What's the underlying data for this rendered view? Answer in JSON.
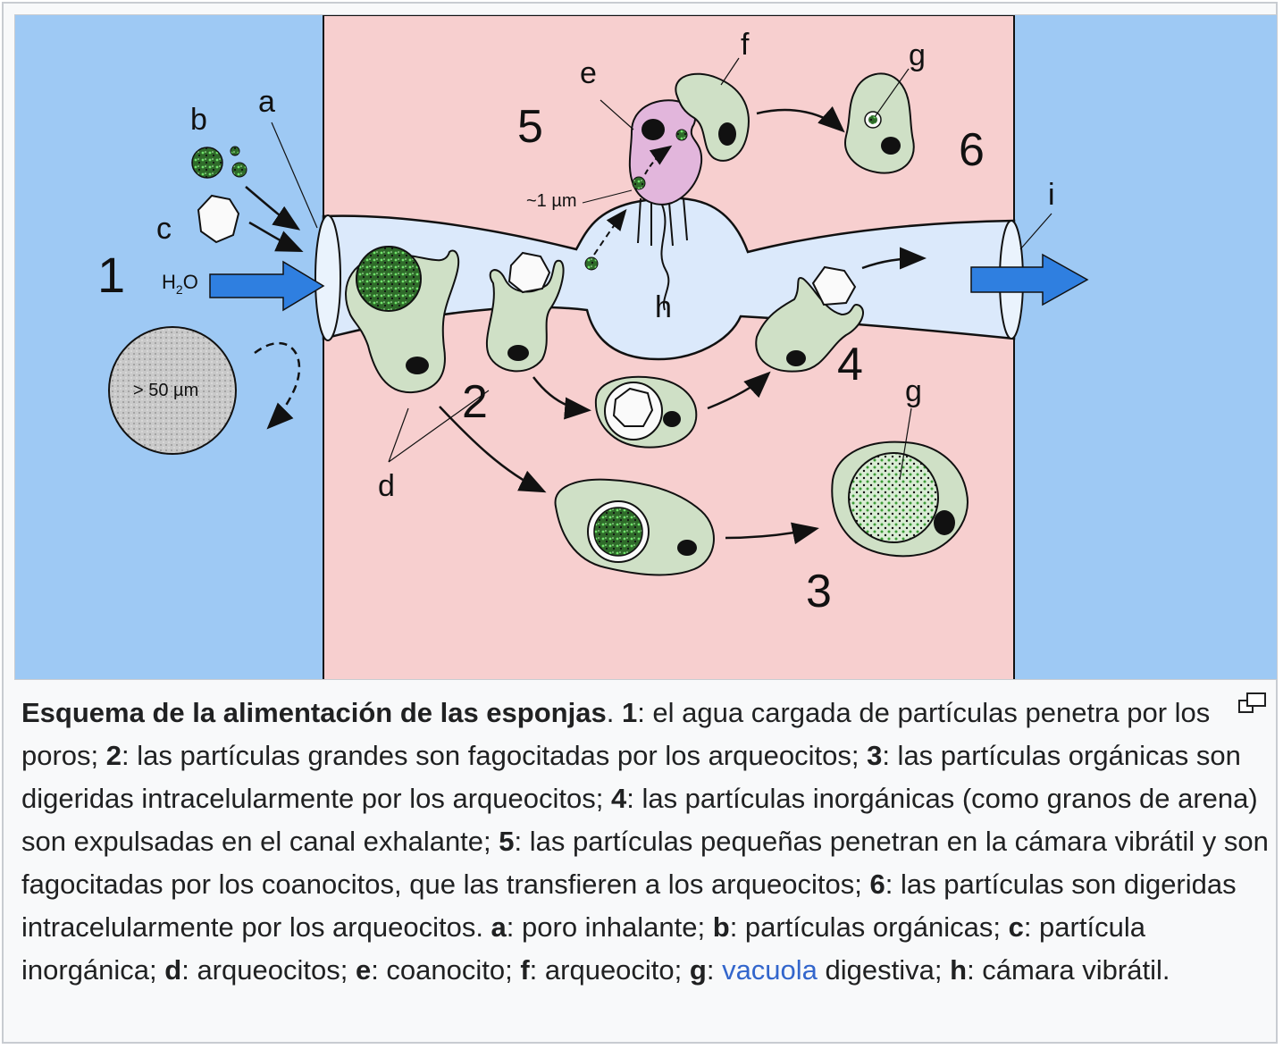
{
  "diagram": {
    "labels": {
      "n1": "1",
      "n2": "2",
      "n3": "3",
      "n4": "4",
      "n5": "5",
      "n6": "6",
      "a": "a",
      "b": "b",
      "c": "c",
      "d": "d",
      "e": "e",
      "f": "f",
      "g_top": "g",
      "g_bottom": "g",
      "h": "h",
      "i": "i",
      "water": "H",
      "water_sub": "2",
      "water_o": "O",
      "micro": "~1 µm",
      "large": "> 50 µm"
    },
    "colors": {
      "outside_water": "#9ec9f4",
      "tissue": "#f7cfcf",
      "canal": "#dbe9fb",
      "cell": "#cfe0c6",
      "choanocyte": "#e2b6dc",
      "arrow_blue": "#2f7fe0"
    }
  },
  "caption": {
    "title": "Esquema de la alimentación de las esponjas",
    "p1_num": "1",
    "p1_text": ": el agua cargada de partículas penetra por los poros; ",
    "p2_num": "2",
    "p2_text": ": las partículas grandes son fagocitadas por los arqueocitos; ",
    "p3_num": "3",
    "p3_text": ": las partículas orgánicas son digeridas intracelularmente por los arqueocitos; ",
    "p4_num": "4",
    "p4_text": ": las partículas inorgánicas (como granos de arena) son expulsadas en el canal exhalante; ",
    "p5_num": "5",
    "p5_text": ": las partículas pequeñas penetran en la cámara vibrátil y son fagocitadas por los coanocitos, que las transfieren a los arqueocitos; ",
    "p6_num": "6",
    "p6_text": ": las partículas son digeridas intracelularmente por los arqueocitos. ",
    "a_key": "a",
    "a_text": ": poro inhalante; ",
    "b_key": "b",
    "b_text": ": partículas orgánicas; ",
    "c_key": "c",
    "c_text": ": partícula inorgánica; ",
    "d_key": "d",
    "d_text": ": arqueocitos; ",
    "e_key": "e",
    "e_text": ": coanocito; ",
    "f_key": "f",
    "f_text": ": arqueocito; ",
    "g_key": "g",
    "g_text_pre": ": ",
    "g_link": "vacuola",
    "g_text_post": " digestiva; ",
    "h_key": "h",
    "h_text": ": cámara vibrátil."
  },
  "magnify_icon": "enlarge-icon"
}
